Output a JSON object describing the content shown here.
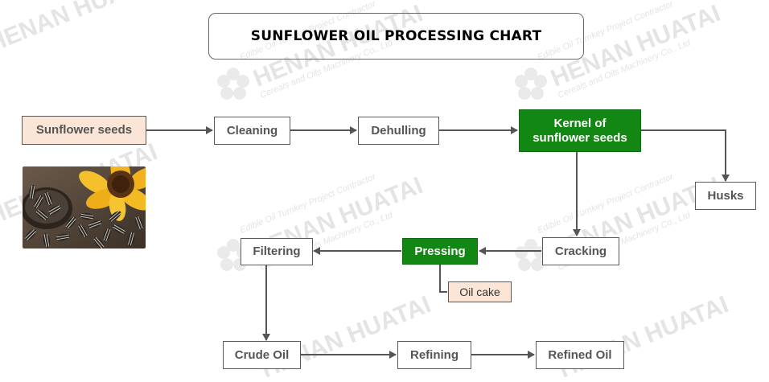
{
  "title": "SUNFLOWER OIL PROCESSING CHART",
  "nodes": {
    "sunflower_seeds": "Sunflower seeds",
    "cleaning": "Cleaning",
    "dehulling": "Dehulling",
    "kernel": "Kernel of sunflower seeds",
    "husks": "Husks",
    "cracking": "Cracking",
    "pressing": "Pressing",
    "oil_cake": "Oil cake",
    "filtering": "Filtering",
    "crude_oil": "Crude Oil",
    "refining": "Refining",
    "refined_oil": "Refined Oil"
  },
  "watermark": {
    "brand": "HENAN HUATAI",
    "line1": "Edible Oil Turnkey Project Contractor",
    "line2": "Cereals and Oils Machinery Co., Ltd"
  },
  "colors": {
    "green": "#138713",
    "peach": "#fbe5d6",
    "arrow": "#555555"
  }
}
